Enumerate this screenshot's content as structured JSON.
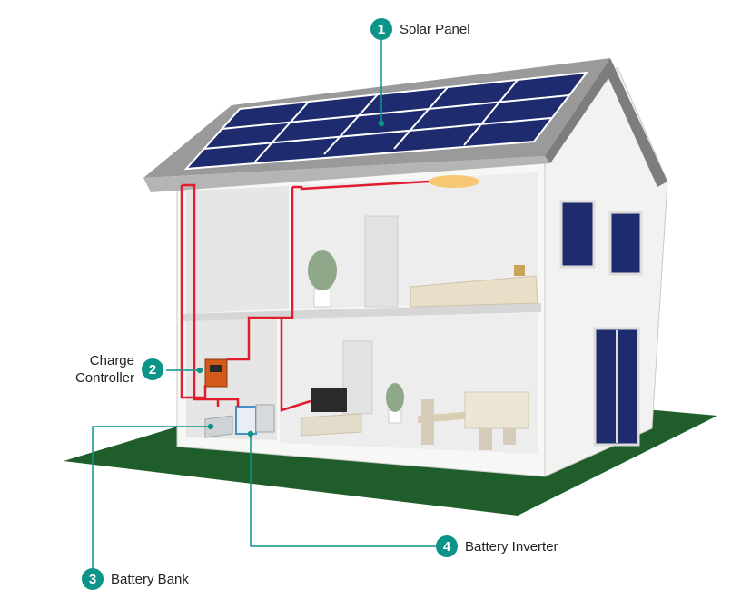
{
  "callouts": [
    {
      "number": "1",
      "label": "Solar Panel"
    },
    {
      "number": "2",
      "label": "Charge Controller"
    },
    {
      "number": "3",
      "label": "Battery Bank"
    },
    {
      "number": "4",
      "label": "Battery Inverter"
    }
  ],
  "colors": {
    "accent": "#0d9488",
    "wiring": "#e11d2e",
    "solar_panel": "#1e2b6e",
    "lawn": "#1f5e2a",
    "roof": "#8a8a8a",
    "wall": "#f4f4f2"
  }
}
